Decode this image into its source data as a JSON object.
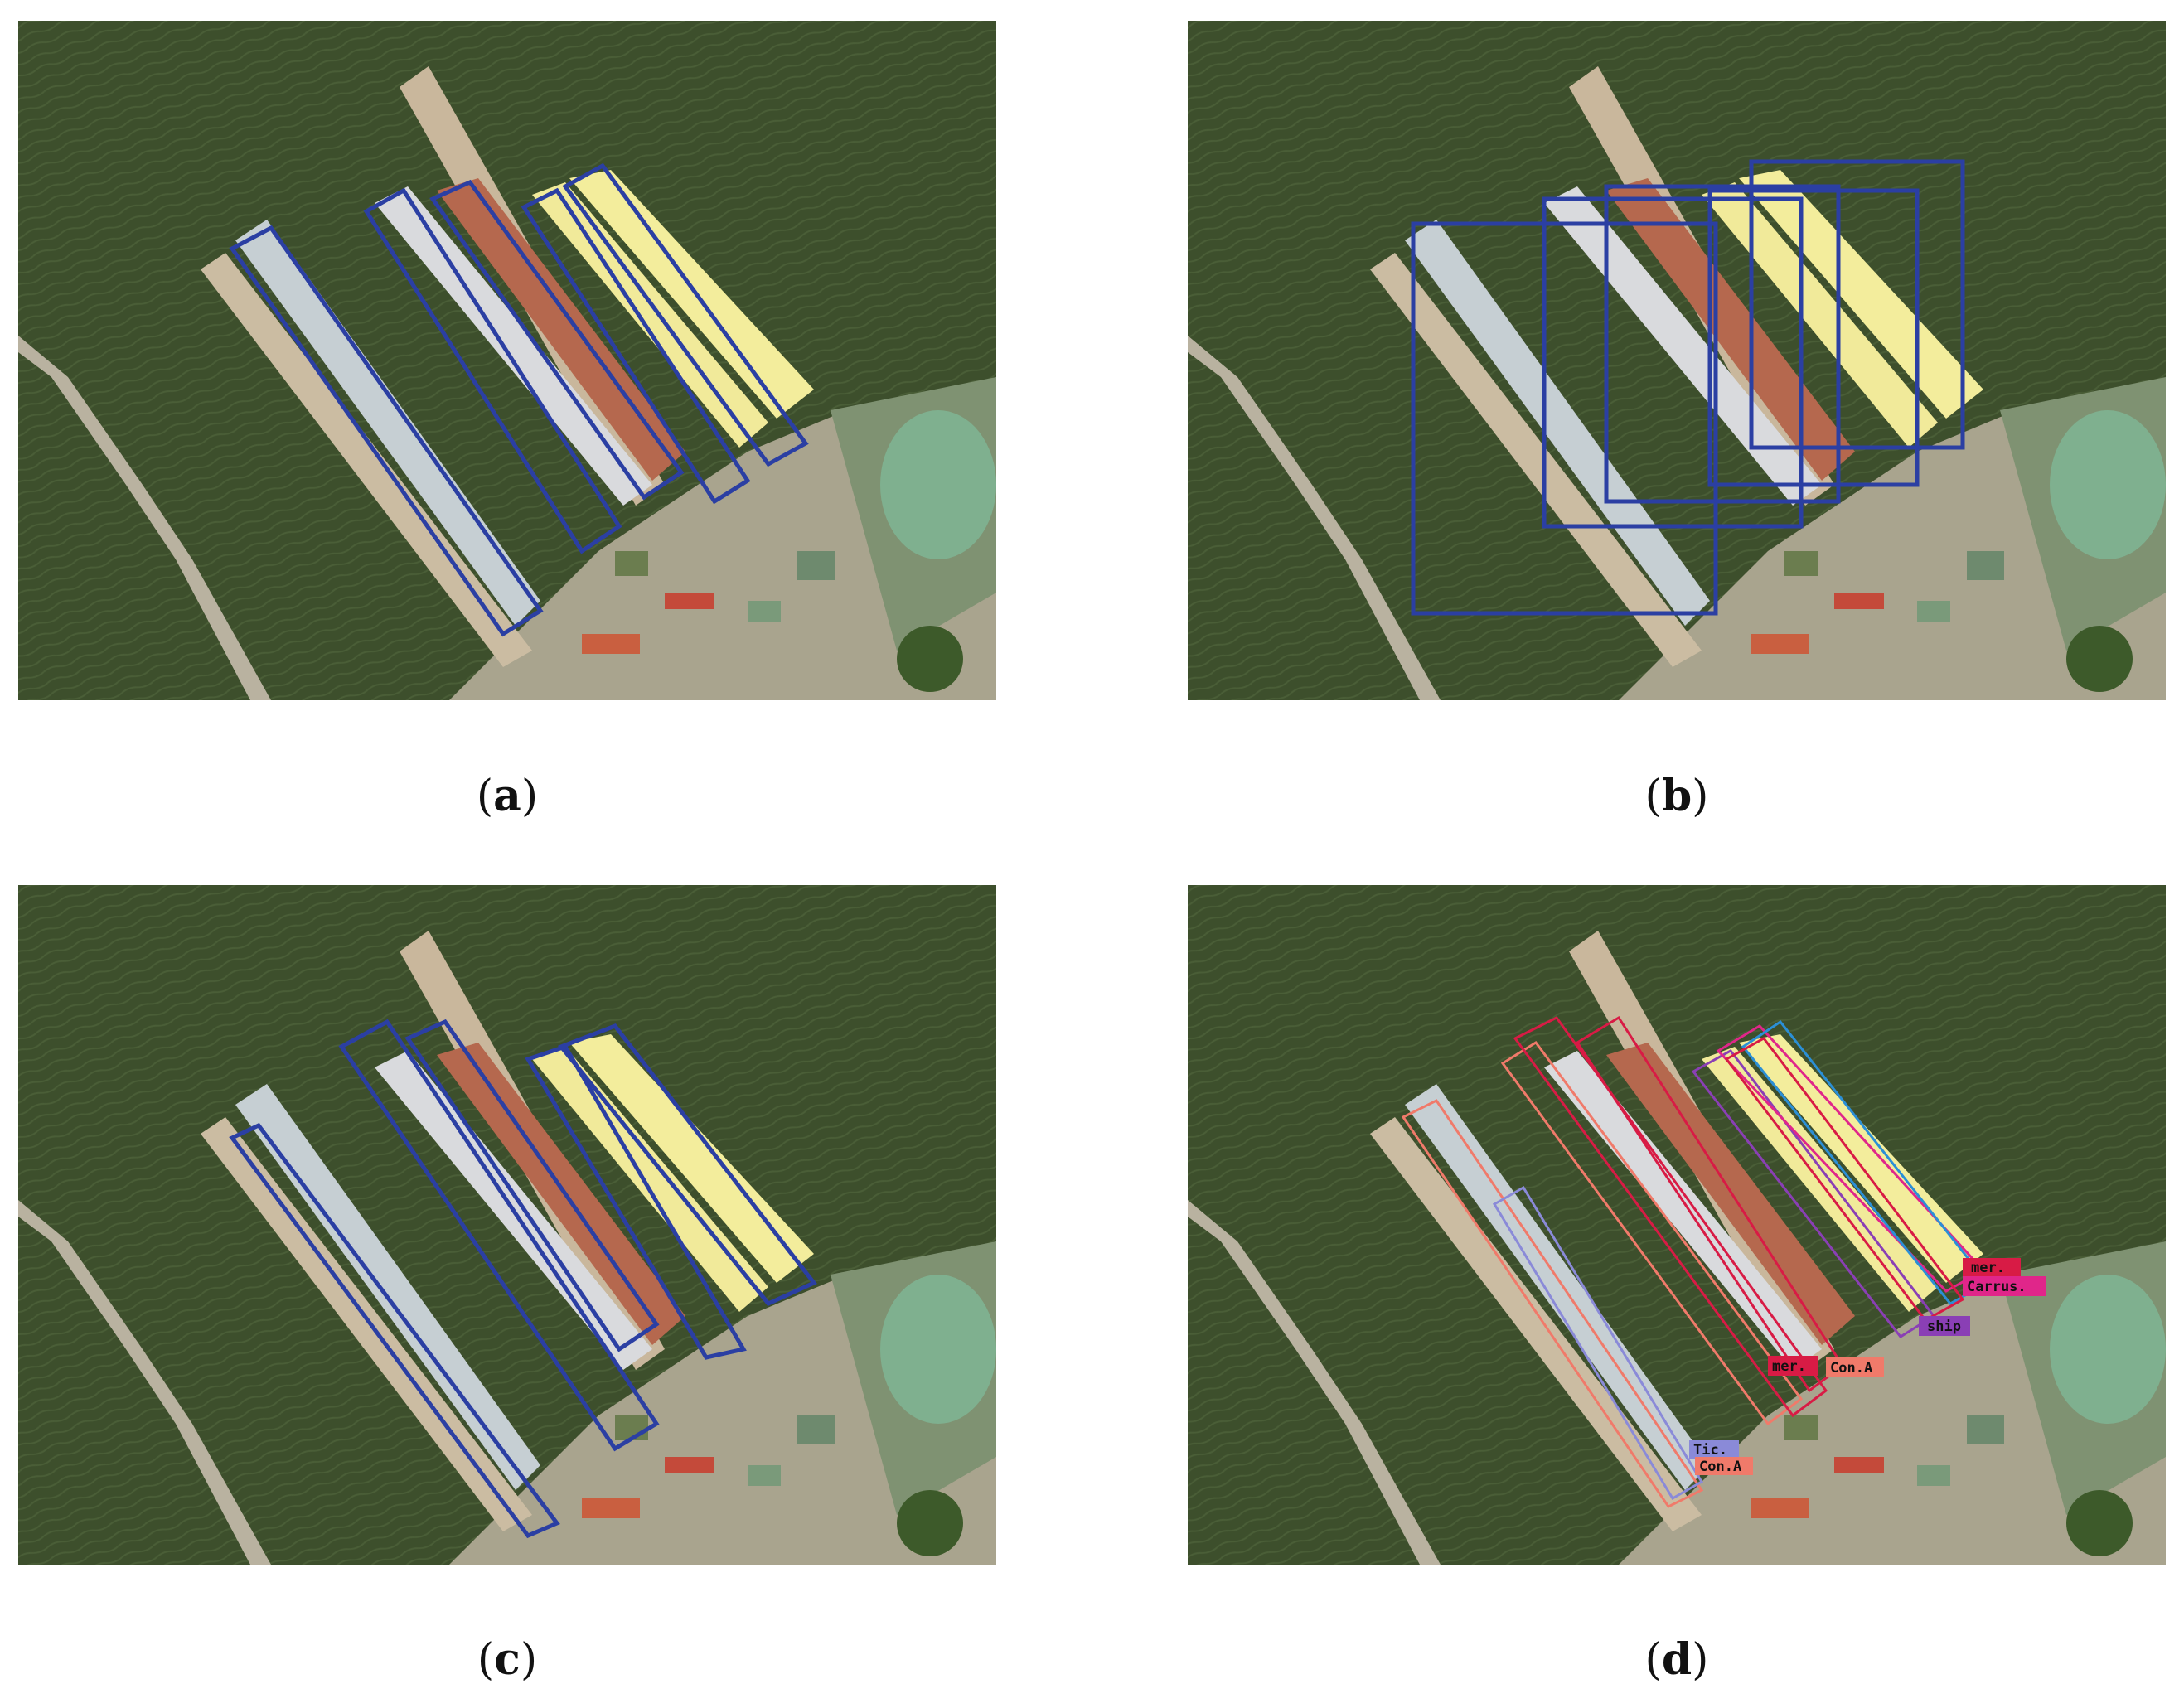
{
  "panels": [
    {
      "id": "a",
      "caption_open": "(",
      "caption_letter": "a",
      "caption_close": ")"
    },
    {
      "id": "b",
      "caption_open": "(",
      "caption_letter": "b",
      "caption_close": ")"
    },
    {
      "id": "c",
      "caption_open": "(",
      "caption_letter": "c",
      "caption_close": ")"
    },
    {
      "id": "d",
      "caption_open": "(",
      "caption_letter": "d",
      "caption_close": ")"
    }
  ],
  "colors": {
    "water": "#3d4f2c",
    "pier": "#c9b79c",
    "box_blue": "#2b3fa3",
    "red": "#d81b45",
    "salmon": "#f07a6a",
    "magenta": "#e0268a",
    "purple": "#8a3fb5",
    "cyan": "#2b8fd6",
    "lavender": "#8a8ad8"
  },
  "labels_d": {
    "mer_top": "mer.",
    "carrus": "Carrus.",
    "ship": "ship",
    "mer_mid": "mer.",
    "con_a_mid": "Con.A",
    "tic": "Tic.",
    "con_a_low": "Con.A"
  }
}
